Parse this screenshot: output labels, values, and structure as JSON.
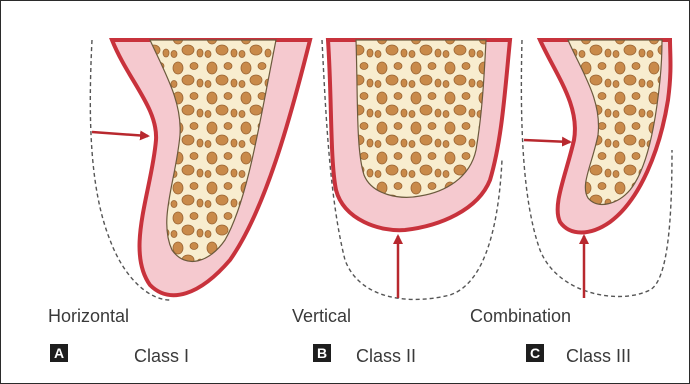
{
  "panels": [
    {
      "caption": "Horizontal",
      "letter": "A",
      "class_label": "Class I"
    },
    {
      "caption": "Vertical",
      "letter": "B",
      "class_label": "Class II"
    },
    {
      "caption": "Combination",
      "letter": "C",
      "class_label": "Class III"
    }
  ],
  "colors": {
    "soft_tissue": "#f5c9cf",
    "gingiva_outline": "#c8323c",
    "bone_fill": "#f8edcf",
    "bone_spots": "#c98a4a",
    "arrow": "#b8282e",
    "dashed_outline": "#555555"
  }
}
